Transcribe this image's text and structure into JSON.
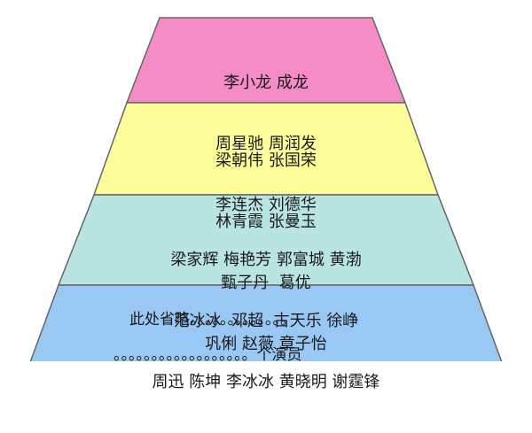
{
  "tiers": [
    {
      "color": "#f58cc6",
      "lines": [
        "李小龙 成龙",
        "周星驰 周润发",
        "李连杰 刘德华"
      ]
    },
    {
      "color": "#fdfd9a",
      "lines": [
        "梁朝伟 张国荣",
        "林青霞 张曼玉",
        "甄子丹  葛优",
        "巩俐 赵薇 章子怡"
      ]
    },
    {
      "color": "#b8e4e2",
      "lines": [
        "梁家辉 梅艳芳 郭富城 黄渤",
        "范冰冰  邓超  古天乐 徐峥",
        "周迅 陈坤 李冰冰 黄晓明 谢霆锋"
      ]
    },
    {
      "color": "#99c8f4",
      "lines": [
        "此处省略。。。。。。。。。。。。。",
        "。。。。。。。。。。。。。。。。。。个演员"
      ]
    }
  ]
}
